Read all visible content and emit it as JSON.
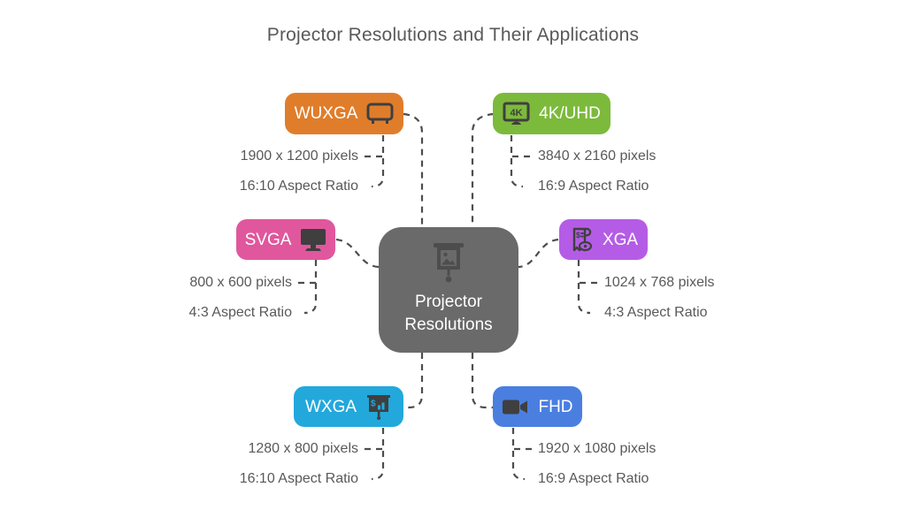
{
  "title": "Projector Resolutions and Their Applications",
  "center": {
    "label": "Projector Resolutions",
    "icon": "projector-screen-icon",
    "color": "#6a6a6a"
  },
  "nodes": [
    {
      "id": "wuxga",
      "label": "WUXGA",
      "color": "#e07d2b",
      "icon": "tv-icon",
      "resolution": "1900 x 1200 pixels",
      "aspect_ratio": "16:10 Aspect Ratio"
    },
    {
      "id": "uhd",
      "label": "4K/UHD",
      "color": "#7cba3b",
      "icon": "4k-monitor-icon",
      "resolution": "3840 x 2160 pixels",
      "aspect_ratio": "16:9 Aspect Ratio"
    },
    {
      "id": "svga",
      "label": "SVGA",
      "color": "#e0579d",
      "icon": "desktop-monitor-icon",
      "resolution": "800 x 600 pixels",
      "aspect_ratio": "4:3 Aspect Ratio"
    },
    {
      "id": "xga",
      "label": "XGA",
      "color": "#b55ce6",
      "icon": "receipt-eye-icon",
      "resolution": "1024 x 768 pixels",
      "aspect_ratio": "4:3 Aspect Ratio"
    },
    {
      "id": "wxga",
      "label": "WXGA",
      "color": "#23a8dc",
      "icon": "presentation-chart-icon",
      "resolution": "1280 x 800 pixels",
      "aspect_ratio": "16:10 Aspect Ratio"
    },
    {
      "id": "fhd",
      "label": "FHD",
      "color": "#4a7fe0",
      "icon": "video-camera-icon",
      "resolution": "1920 x 1080 pixels",
      "aspect_ratio": "16:9 Aspect Ratio"
    }
  ],
  "style_colors": {
    "connector": "#4d4d4d",
    "text": "#595959",
    "icon_dark": "#3f3f3f"
  }
}
